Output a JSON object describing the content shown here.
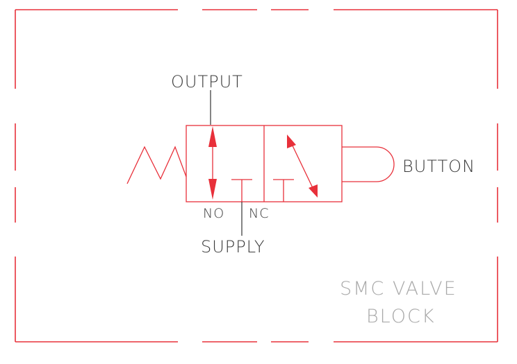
{
  "labels": {
    "output": "OUTPUT",
    "button": "BUTTON",
    "no": "NO",
    "nc": "NC",
    "supply": "SUPPLY"
  },
  "title": {
    "line1": "SMC  VALVE",
    "line2": "BLOCK"
  },
  "colors": {
    "lines": "#e8303a",
    "leader": "#333333",
    "text": "#3a3a3a",
    "title_text": "#a9a9a9"
  }
}
